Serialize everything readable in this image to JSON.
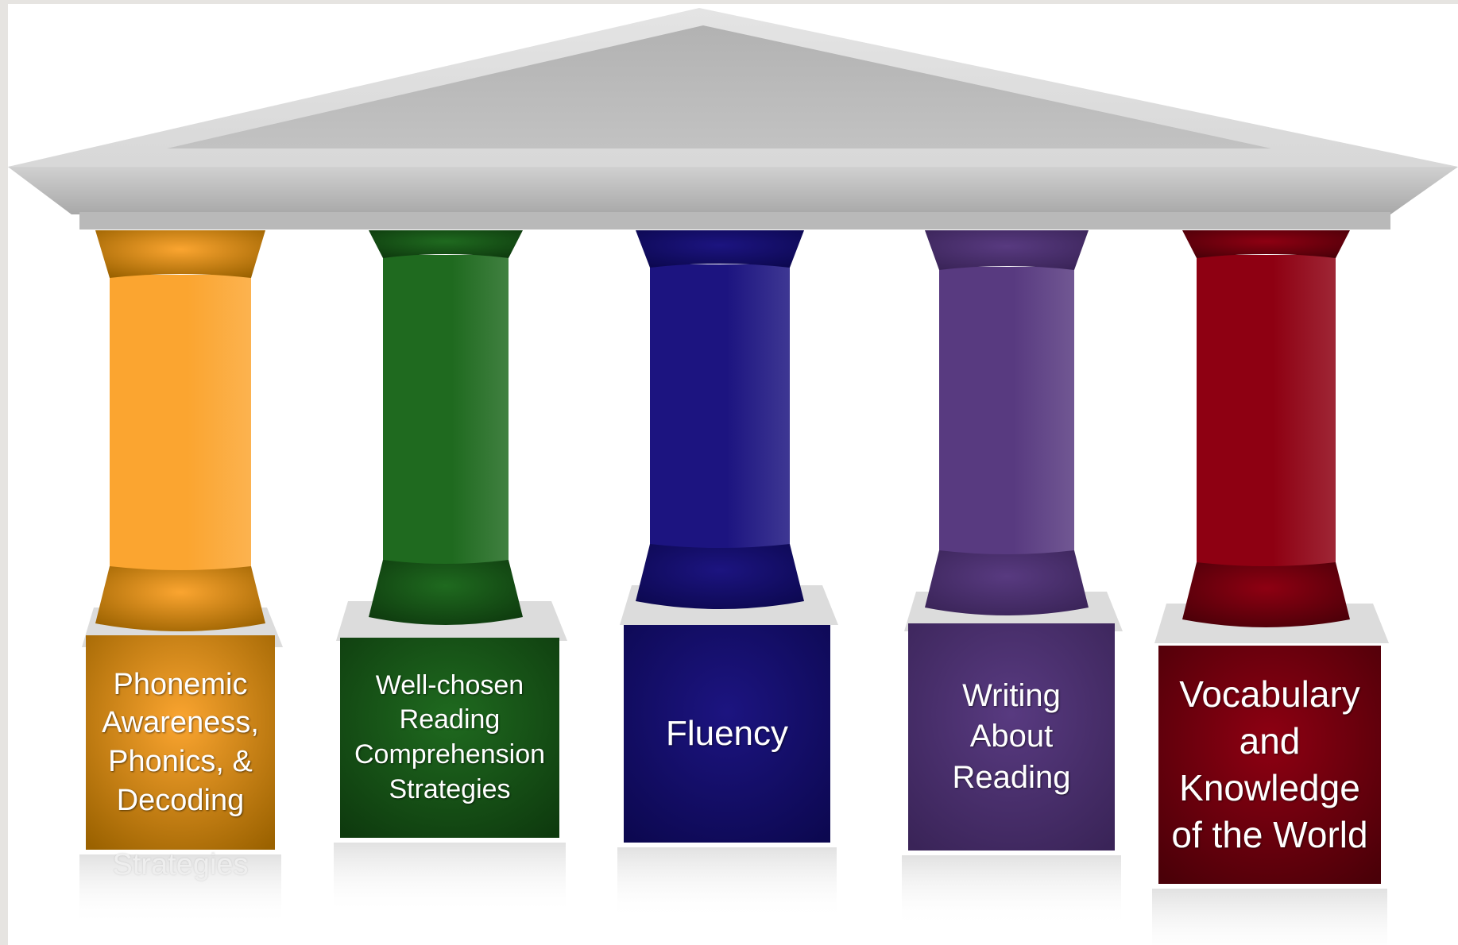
{
  "diagram": {
    "pillars": [
      {
        "label": "Phonemic\nAwareness,\nPhonics, &\nDecoding",
        "ghost_label": "Strategies",
        "color": "#fba530",
        "dark": "#9b6200"
      },
      {
        "label": "Well-chosen\nReading\nComprehension\nStrategies",
        "color": "#1f6a1f",
        "dark": "#0e3a0e"
      },
      {
        "label": "Fluency",
        "color": "#1c1480",
        "dark": "#0c0850"
      },
      {
        "label": "Writing\nAbout\nReading",
        "color": "#583a80",
        "dark": "#3a2458"
      },
      {
        "label": "Vocabulary\nand\nKnowledge\nof the World",
        "color": "#8e0012",
        "dark": "#4a0008"
      }
    ],
    "roof_color": "#c7c7c7",
    "base_color": "#dcdcdc"
  }
}
